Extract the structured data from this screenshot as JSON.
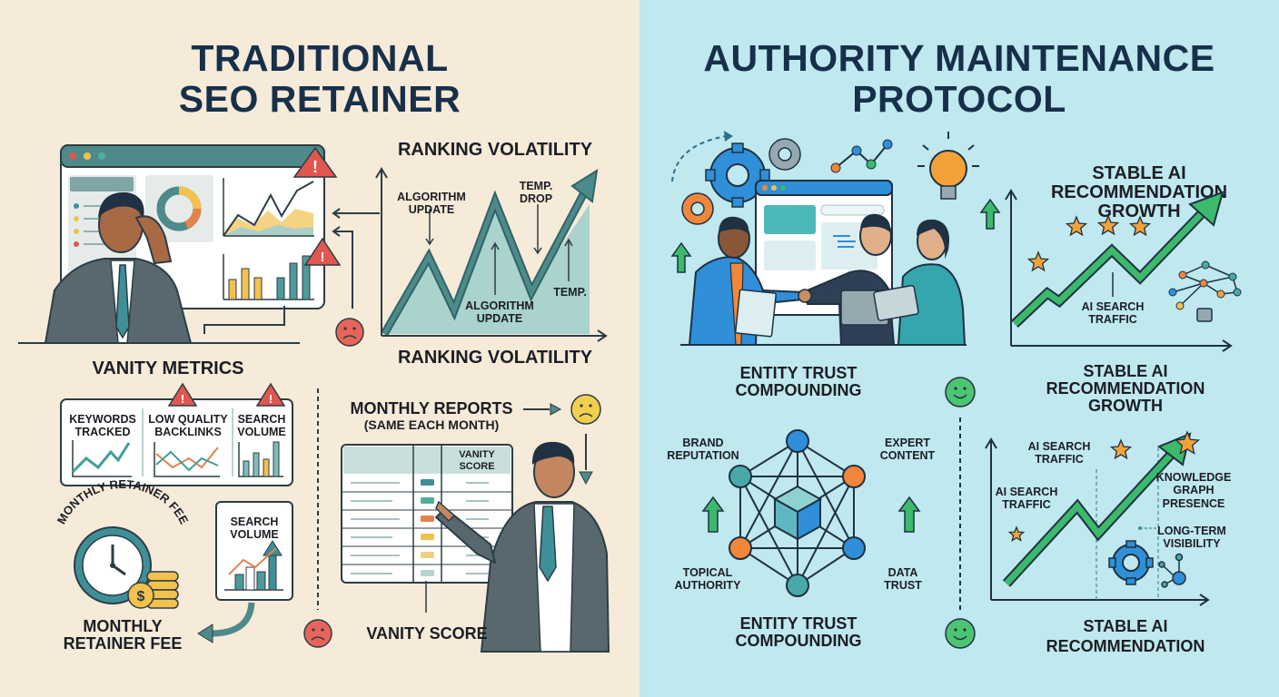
{
  "left": {
    "title_line1": "TRADITIONAL",
    "title_line2": "SEO RETAINER",
    "ranking": {
      "title_top": "RANKING VOLATILITY",
      "title_bottom": "RANKING VOLATILITY",
      "annotations": [
        "ALGORITHM UPDATE",
        "TEMP. DROP",
        "ALGORITHM UPDATE",
        "TEMP."
      ]
    },
    "vanity": {
      "title": "VANITY METRICS",
      "cards": [
        {
          "label_line1": "KEYWORDS",
          "label_line2": "TRACKED",
          "warning": false
        },
        {
          "label_line1": "LOW QUALITY",
          "label_line2": "BACKLINKS",
          "warning": true
        },
        {
          "label_line1": "SEARCH",
          "label_line2": "VOLUME",
          "warning": true
        }
      ]
    },
    "fee": {
      "arc_label": "MONTHLY RETAINER FEE",
      "label_line1": "MONTHLY",
      "label_line2": "RETAINER FEE",
      "coin_symbol": "$"
    },
    "search_card": {
      "line1": "SEARCH",
      "line2": "VOLUME"
    },
    "reports": {
      "title": "MONTHLY REPORTS",
      "subtitle": "(SAME EACH MONTH)",
      "table_header": "VANITY SCORE",
      "row_status_colors": [
        "#3f8f98",
        "#4fae9a",
        "#e3824f",
        "#f0c24c",
        "#ecd27a",
        "#b9d2cf"
      ],
      "callout": "VANITY SCORE"
    },
    "colors": {
      "warning": "#e0574f",
      "sad_red": "#e6645a",
      "sad_yellow": "#f1cf4f",
      "teal": "#3f8f98",
      "accent_yellow": "#f2c14e",
      "orange": "#e3824f"
    }
  },
  "right": {
    "title_line1": "AUTHORITY MAINTENANCE",
    "title_line2": "PROTOCOL",
    "growth_top": {
      "title_line1": "STABLE AI",
      "title_line2": "RECOMMENDATION",
      "title_line3": "GROWTH",
      "annotation": "AI SEARCH TRAFFIC"
    },
    "entity": {
      "title_top_line1": "ENTITY TRUST",
      "title_top_line2": "COMPOUNDING",
      "title_bottom_line1": "ENTITY TRUST",
      "title_bottom_line2": "COMPOUNDING",
      "nodes": [
        "BRAND REPUTATION",
        "EXPERT CONTENT",
        "TOPICAL AUTHORITY",
        "DATA TRUST"
      ]
    },
    "growth_bottom": {
      "title_line1": "STABLE AI",
      "title_line2": "RECOMMENDATION",
      "title_line3": "GROWTH",
      "labels": [
        "AI SEARCH TRAFFIC",
        "AI SEARCH TRAFFIC",
        "KNOWLEDGE GRAPH PRESENCE",
        "LONG-TERM VISIBILITY"
      ],
      "footer": "STABLE AI RECOMMENDATION"
    },
    "colors": {
      "green": "#3cb96b",
      "blue": "#2f8fd8",
      "orange": "#f0873a",
      "star": "#f3a23a",
      "teal": "#49a9a9",
      "happy": "#4cc472"
    }
  }
}
